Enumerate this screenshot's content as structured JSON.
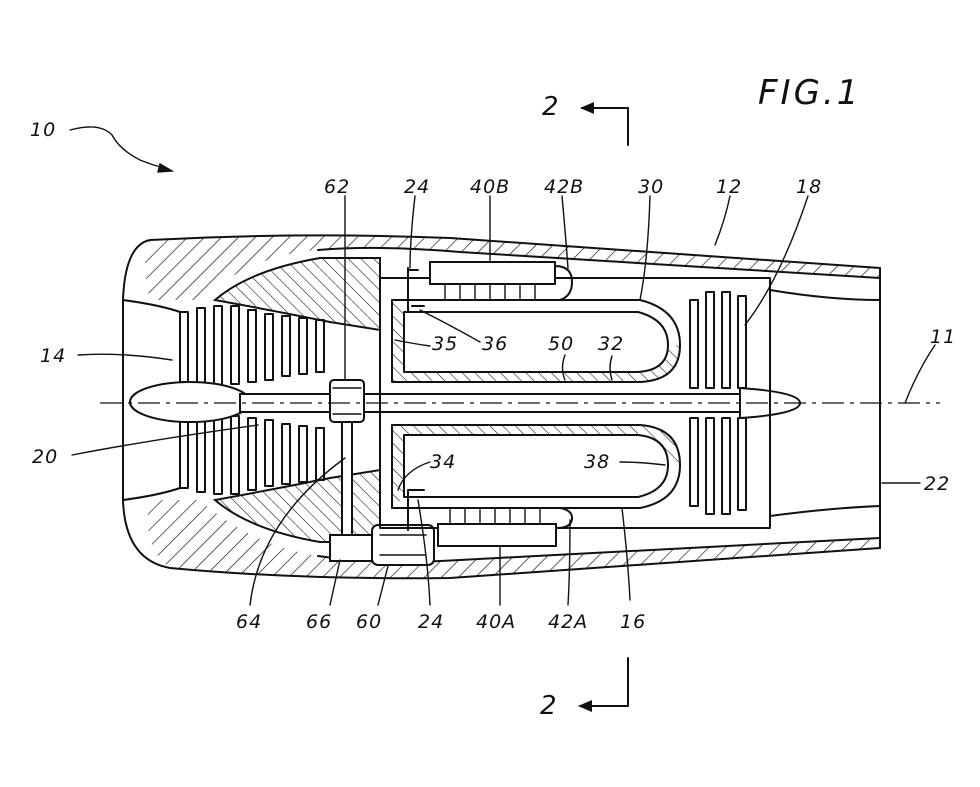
{
  "figure_title": "FIG.1",
  "section_arrows": [
    {
      "label": "2"
    },
    {
      "label": "2"
    }
  ],
  "reference_labels": [
    "10",
    "11",
    "12",
    "14",
    "16",
    "18",
    "20",
    "22",
    "24",
    "24",
    "30",
    "32",
    "34",
    "35",
    "36",
    "38",
    "40B",
    "40A",
    "42B",
    "42A",
    "50",
    "60",
    "62",
    "64",
    "66"
  ]
}
